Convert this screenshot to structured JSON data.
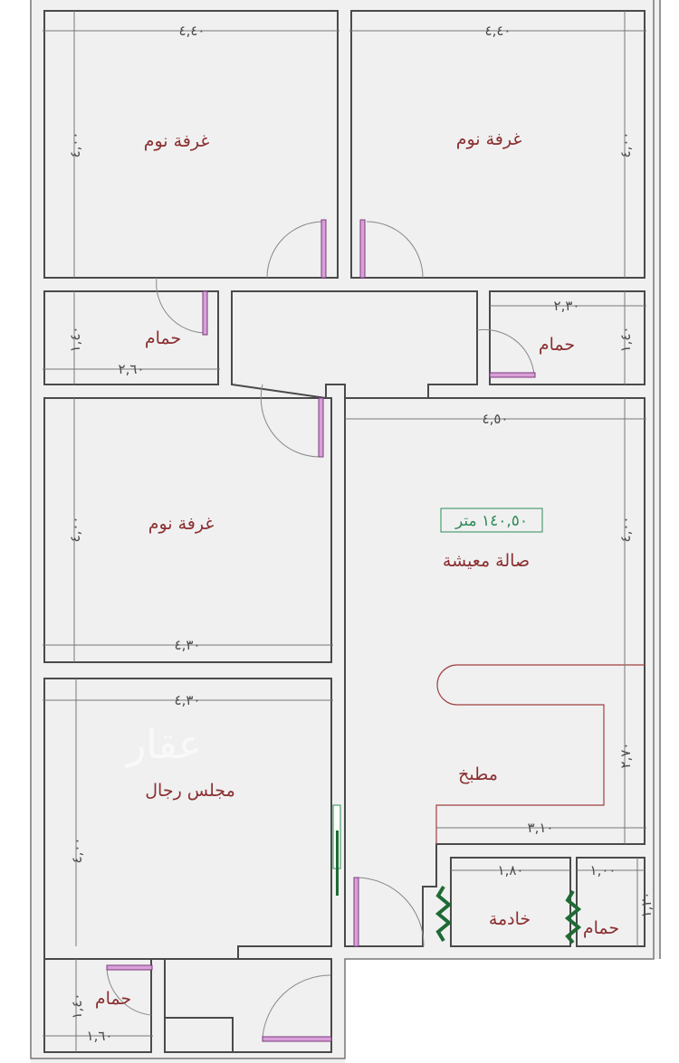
{
  "rooms": {
    "bedroom_1": "غرفة نوم",
    "bedroom_2": "غرفة نوم",
    "bedroom_3": "غرفة نوم",
    "bath_left": "حمام",
    "bath_right": "حمام",
    "living": "صالة معيشة",
    "majlis": "مجلس رجال",
    "kitchen": "مطبخ",
    "maid": "خادمة",
    "bath_small": "حمام",
    "bath_bottom": "حمام"
  },
  "area": "١٤٠,٥٠ متر",
  "dimensions": {
    "bedroom_1_width": "٤,٤٠",
    "bedroom_1_depth": "٤,٠٠",
    "bedroom_2_width": "٤,٤٠",
    "bedroom_2_depth": "٤,٠٠",
    "bath_left_width": "٢,٦٠",
    "bath_left_depth": "١,٤٠",
    "bath_right_width": "٢,٣٠",
    "bath_right_depth": "١,٤٠",
    "living_width": "٤,٥٠",
    "living_depth": "٤,٠٠",
    "bedroom_3_width": "٤,٣٠",
    "bedroom_3_depth": "٤,٠٠",
    "majlis_width": "٤,٣٠",
    "majlis_depth": "٤,٠٠",
    "kitchen_depth": "٢,٧٠",
    "kitchen_width": "٣,١٠",
    "maid_width": "١,٨٠",
    "bath_small_width": "١,٠٠",
    "bath_small_depth": "١,٢٠",
    "bath_bottom_width": "١,٦٠",
    "bath_bottom_depth": "١,٤٠"
  },
  "watermark": "عقار",
  "colors": {
    "label": "#8b2f2f",
    "area": "#2e8b57",
    "door": "#d9a0d9",
    "window": "#1e6b34"
  }
}
